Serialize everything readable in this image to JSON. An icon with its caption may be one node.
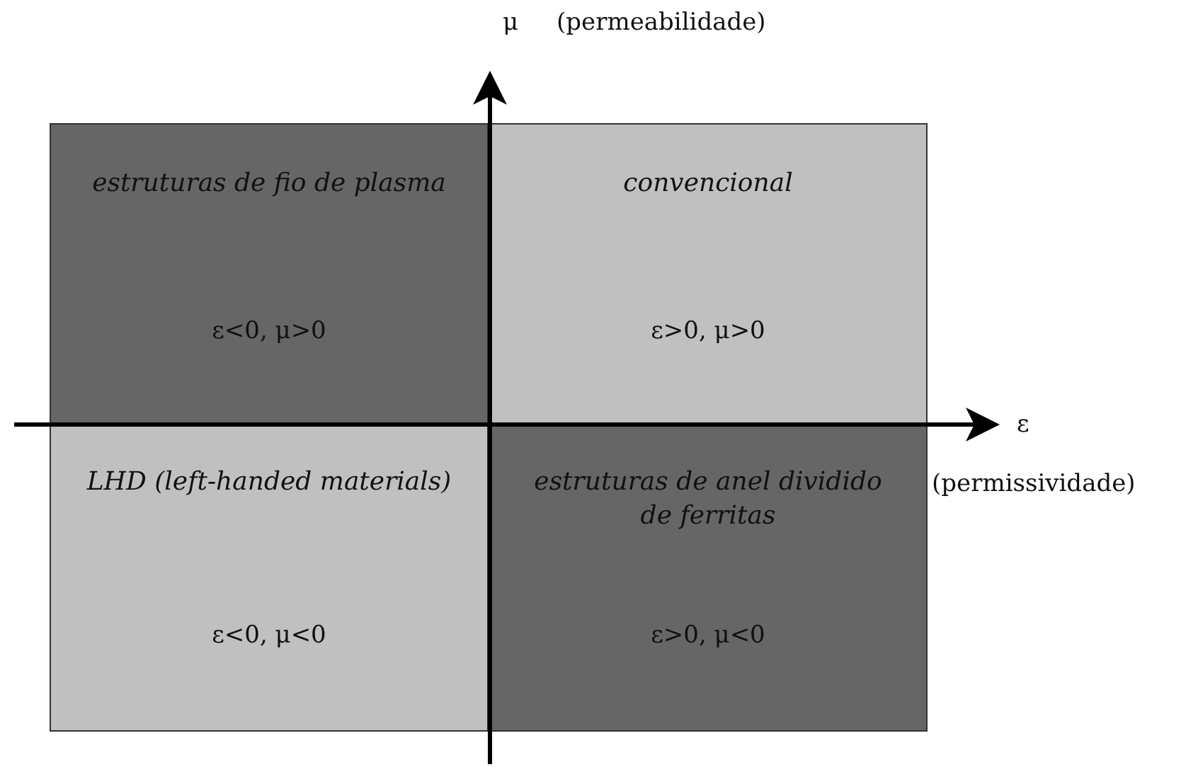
{
  "diagram": {
    "nodes": [
      {
        "text": [
          "estruturas de fio de plasma",
          "ε<0, μ>0"
        ]
      },
      {
        "text": [
          "convencional",
          "ε>0, μ>0"
        ]
      },
      {
        "text": [
          "LHD (left-handed materials)",
          "ε<0, μ<0"
        ]
      },
      {
        "text": [
          "estruturas de anel dividido de ferritas",
          "ε>0, μ<0"
        ]
      }
    ],
    "labels": [
      "μ",
      "(permeabilidade)",
      "ε",
      "(permissividade)"
    ]
  }
}
